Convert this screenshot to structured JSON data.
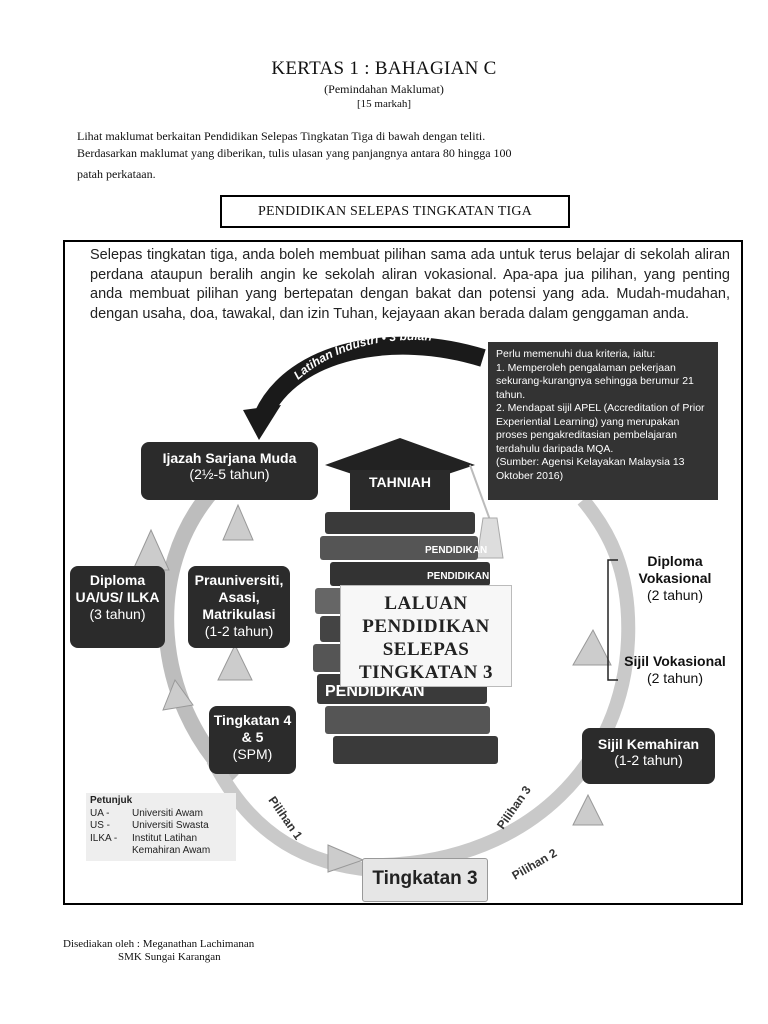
{
  "header": {
    "title": "KERTAS 1 : BAHAGIAN C",
    "subtitle": "(Pemindahan Maklumat)",
    "marks": "[15 markah]"
  },
  "instructions": {
    "line1": "Lihat maklumat berkaitan Pendidikan Selepas Tingkatan Tiga di bawah dengan teliti.",
    "line2": "Berdasarkan maklumat yang diberikan, tulis ulasan yang panjangnya antara 80 hingga 100",
    "line3": "patah perkataan."
  },
  "topic_title": "PENDIDIKAN SELEPAS TINGKATAN TIGA",
  "intro_text": "Selepas tingkatan tiga, anda boleh membuat pilihan sama ada untuk terus belajar di sekolah aliran perdana ataupun beralih angin ke sekolah aliran vokasional. Apa-apa jua pilihan, yang penting anda membuat pilihan yang bertepatan dengan bakat dan potensi yang ada. Mudah-mudahan, dengan usaha, doa, tawakal, dan izin Tuhan, kejayaan akan berada dalam genggaman anda.",
  "arc_label": "Latihan Industri • 3 bulan",
  "criteria_note": {
    "line1": "Perlu memenuhi dua kriteria, iaitu:",
    "item1": "1. Memperoleh pengalaman pekerjaan sekurang-kurangnya sehingga berumur 21 tahun.",
    "item2": "2. Mendapat sijil APEL (Accreditation of Prior Experiential Learning) yang merupakan proses pengakreditasian pembelajaran terdahulu daripada MQA.",
    "source": "(Sumber: Agensi Kelayakan Malaysia 13 Oktober 2016)"
  },
  "boxes": {
    "ijazah": {
      "title": "Ijazah Sarjana Muda",
      "duration": "(2½-5 tahun)"
    },
    "diploma_ua": {
      "title": "Diploma UA/US/ ILKA",
      "duration": "(3 tahun)"
    },
    "prauniversiti": {
      "title": "Prauniversiti, Asasi, Matrikulasi",
      "duration": "(1-2 tahun)"
    },
    "tingkatan45": {
      "title": "Tingkatan 4 & 5",
      "duration": "(SPM)"
    },
    "sijil_kemahiran": {
      "title": "Sijil Kemahiran",
      "duration": "(1-2 tahun)"
    },
    "tingkatan3": "Tingkatan 3"
  },
  "right_labels": {
    "diploma_vok": {
      "title": "Diploma Vokasional",
      "duration": "(2 tahun)"
    },
    "sijil_vok": {
      "title": "Sijil Vokasional",
      "duration": "(2 tahun)"
    }
  },
  "graduation": {
    "cap_text": "TAHNIAH",
    "book_label": "PENDIDIKAN",
    "book_label_big": "PENDIDIKAN",
    "laluan_lines": [
      "LALUAN",
      "PENDIDIKAN",
      "SELEPAS",
      "TINGKATAN 3"
    ]
  },
  "pilihan": {
    "p1": "Pilihan 1",
    "p2": "Pilihan 2",
    "p3": "Pilihan 3"
  },
  "legend": {
    "title": "Petunjuk",
    "rows": [
      {
        "k": "UA -",
        "v": "Universiti Awam"
      },
      {
        "k": "US -",
        "v": "Universiti Swasta"
      },
      {
        "k": "ILKA -",
        "v": "Institut Latihan Kemahiran Awam"
      }
    ]
  },
  "footer": {
    "prepared_by": "Disediakan oleh : Meganathan Lachimanan",
    "school": "SMK Sungai Karangan"
  }
}
